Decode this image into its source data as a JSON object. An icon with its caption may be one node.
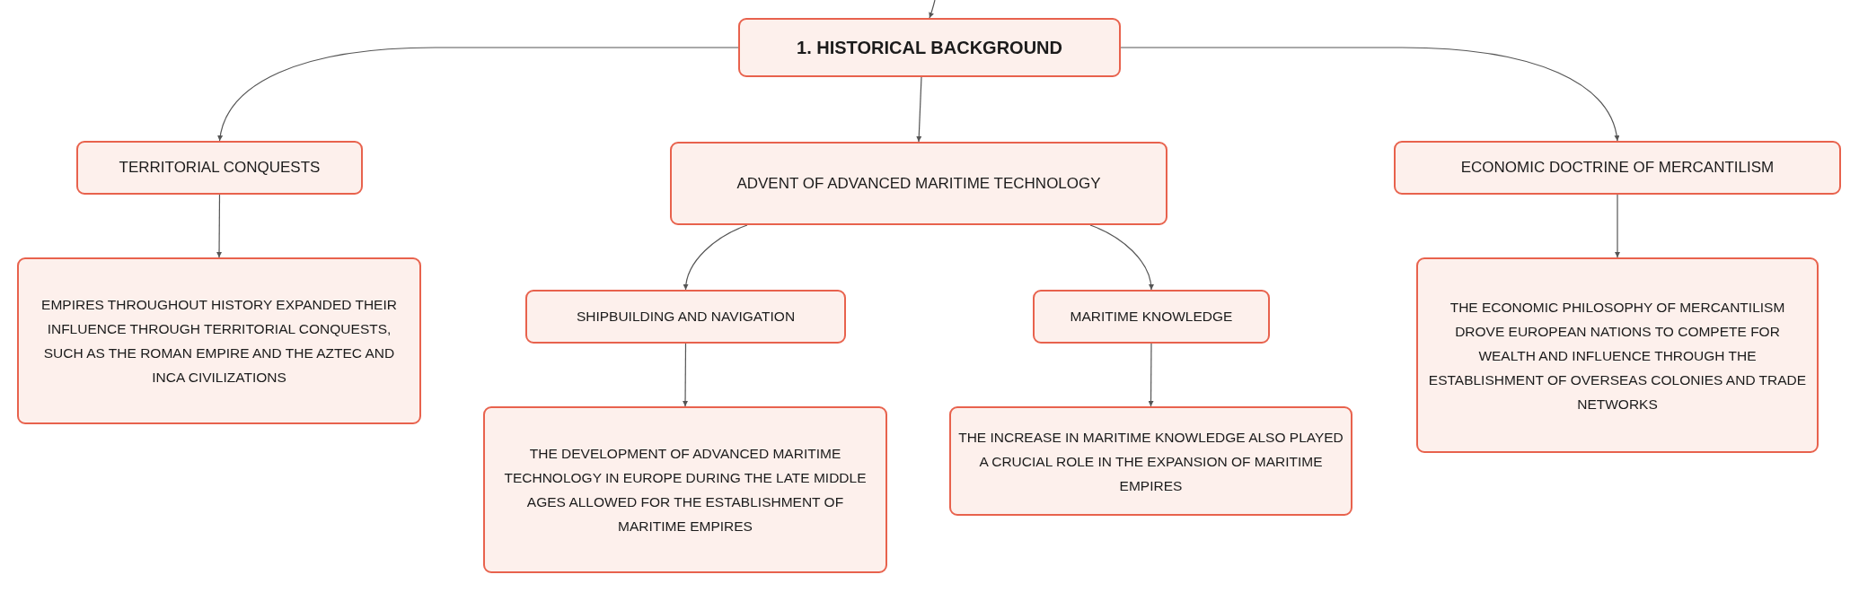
{
  "diagram": {
    "nodes": [
      {
        "text": [
          "1. HISTORICAL BACKGROUND"
        ]
      },
      {
        "text": [
          "TERRITORIAL CONQUESTS"
        ]
      },
      {
        "text": [
          "ADVENT OF ADVANCED MARITIME TECHNOLOGY"
        ]
      },
      {
        "text": [
          "ECONOMIC DOCTRINE OF MERCANTILISM"
        ]
      },
      {
        "text": [
          "EMPIRES THROUGHOUT HISTORY EXPANDED THEIR INFLUENCE THROUGH TERRITORIAL CONQUESTS, SUCH AS THE ROMAN EMPIRE AND THE AZTEC AND INCA CIVILIZATIONS"
        ]
      },
      {
        "text": [
          "SHIPBUILDING AND NAVIGATION"
        ]
      },
      {
        "text": [
          "MARITIME KNOWLEDGE"
        ]
      },
      {
        "text": [
          "THE ECONOMIC PHILOSOPHY OF MERCANTILISM DROVE EUROPEAN NATIONS TO COMPETE FOR WEALTH AND INFLUENCE THROUGH THE ESTABLISHMENT OF OVERSEAS COLONIES AND TRADE NETWORKS"
        ]
      },
      {
        "text": [
          "THE DEVELOPMENT OF ADVANCED MARITIME TECHNOLOGY IN EUROPE DURING THE LATE MIDDLE AGES ALLOWED FOR THE ESTABLISHMENT OF MARITIME EMPIRES"
        ]
      },
      {
        "text": [
          "THE INCREASE IN MARITIME KNOWLEDGE ALSO PLAYED A CRUCIAL ROLE IN THE EXPANSION OF MARITIME EMPIRES"
        ]
      }
    ],
    "edges": [
      {
        "from": null,
        "to": 0,
        "arrow": "to"
      },
      {
        "from": 0,
        "to": 1,
        "arrow": "to"
      },
      {
        "from": 0,
        "to": 2,
        "arrow": "to"
      },
      {
        "from": 0,
        "to": 3,
        "arrow": "to"
      },
      {
        "from": 1,
        "to": 4,
        "arrow": "to"
      },
      {
        "from": 2,
        "to": 5,
        "arrow": "to"
      },
      {
        "from": 2,
        "to": 6,
        "arrow": "to"
      },
      {
        "from": 3,
        "to": 7,
        "arrow": "to"
      },
      {
        "from": 5,
        "to": 8,
        "arrow": "to"
      },
      {
        "from": 6,
        "to": 9,
        "arrow": "to"
      }
    ]
  }
}
